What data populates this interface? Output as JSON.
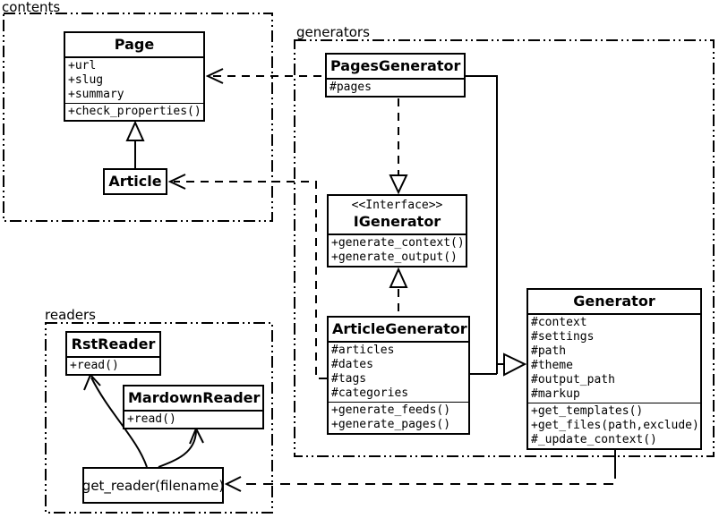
{
  "packages": {
    "contents": {
      "label": "contents"
    },
    "generators": {
      "label": "generators"
    },
    "readers": {
      "label": "readers"
    }
  },
  "classes": {
    "page": {
      "name": "Page",
      "attributes": [
        "+url",
        "+slug",
        "+summary"
      ],
      "methods": [
        "+check_properties()"
      ]
    },
    "article": {
      "name": "Article"
    },
    "pages_generator": {
      "name": "PagesGenerator",
      "attributes": [
        "#pages"
      ]
    },
    "igenerator": {
      "stereotype": "<<Interface>>",
      "name": "IGenerator",
      "methods": [
        "+generate_context()",
        "+generate_output()"
      ]
    },
    "article_generator": {
      "name": "ArticleGenerator",
      "attributes": [
        "#articles",
        "#dates",
        "#tags",
        "#categories"
      ],
      "methods": [
        "+generate_feeds()",
        "+generate_pages()"
      ]
    },
    "generator": {
      "name": "Generator",
      "attributes": [
        "#context",
        "#settings",
        "#path",
        "#theme",
        "#output_path",
        "#markup"
      ],
      "methods": [
        "+get_templates()",
        "+get_files(path,exclude)",
        "#_update_context()"
      ]
    },
    "rst_reader": {
      "name": "RstReader",
      "methods": [
        "+read()"
      ]
    },
    "mardown_reader": {
      "name": "MardownReader",
      "methods": [
        "+read()"
      ]
    },
    "get_reader": {
      "name": "get_reader(filename)"
    }
  },
  "colors": {
    "line": "#000000",
    "background": "#ffffff"
  }
}
